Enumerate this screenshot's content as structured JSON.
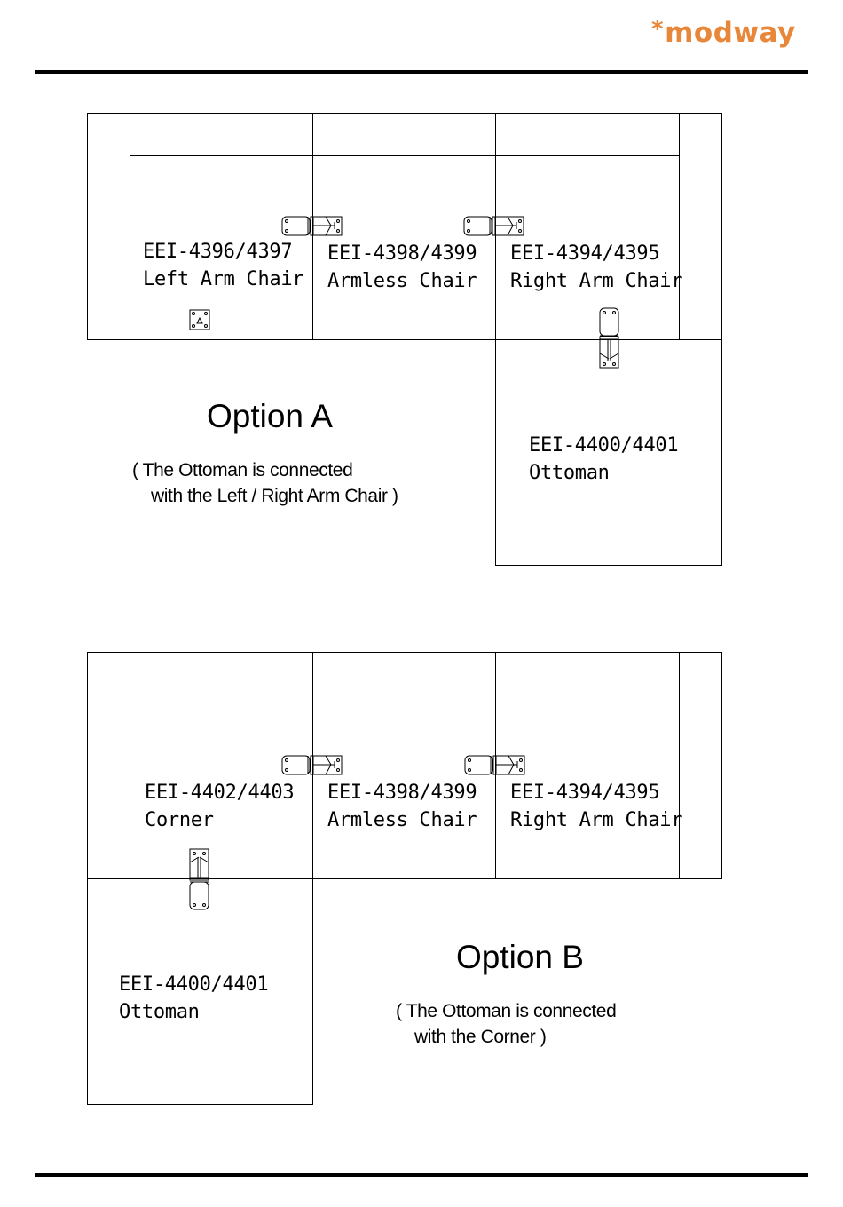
{
  "header": {
    "brand_mark": "*",
    "brand_name": "modway",
    "brand_color": "#E8873A"
  },
  "option_a": {
    "title": "Option A",
    "note_line1": "( The Ottoman is connected",
    "note_line2": "with the Left / Right Arm Chair )",
    "pieces": [
      {
        "code": "EEI-4396/4397",
        "name": "Left Arm Chair"
      },
      {
        "code": "EEI-4398/4399",
        "name": "Armless Chair"
      },
      {
        "code": "EEI-4394/4395",
        "name": "Right Arm Chair"
      },
      {
        "code": "EEI-4400/4401",
        "name": "Ottoman"
      }
    ]
  },
  "option_b": {
    "title": "Option B",
    "note_line1": "( The Ottoman is connected",
    "note_line2": "with the Corner )",
    "pieces": [
      {
        "code": "EEI-4402/4403",
        "name": "Corner"
      },
      {
        "code": "EEI-4398/4399",
        "name": "Armless Chair"
      },
      {
        "code": "EEI-4394/4395",
        "name": "Right Arm Chair"
      },
      {
        "code": "EEI-4400/4401",
        "name": "Ottoman"
      }
    ]
  },
  "icons": {
    "horizontal_connector": "horizontal-connector-bracket-icon",
    "vertical_connector": "vertical-connector-bracket-icon",
    "small_bracket": "small-bracket-icon"
  }
}
